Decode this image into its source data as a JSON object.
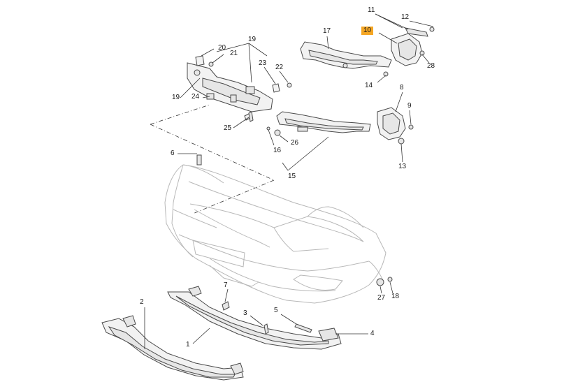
{
  "diagram": {
    "highlight_color": "#f5a623",
    "callouts": {
      "c1": "1",
      "c2": "2",
      "c3": "3",
      "c4": "4",
      "c5": "5",
      "c6": "6",
      "c7": "7",
      "c8": "8",
      "c9": "9",
      "c10": "10",
      "c11": "11",
      "c12": "12",
      "c13": "13",
      "c14": "14",
      "c15": "15",
      "c16": "16",
      "c17": "17",
      "c18": "18",
      "c19a": "19",
      "c19b": "19",
      "c20": "20",
      "c21": "21",
      "c22": "22",
      "c23": "23",
      "c24": "24",
      "c25": "25",
      "c26": "26",
      "c27": "27",
      "c28": "28"
    }
  }
}
